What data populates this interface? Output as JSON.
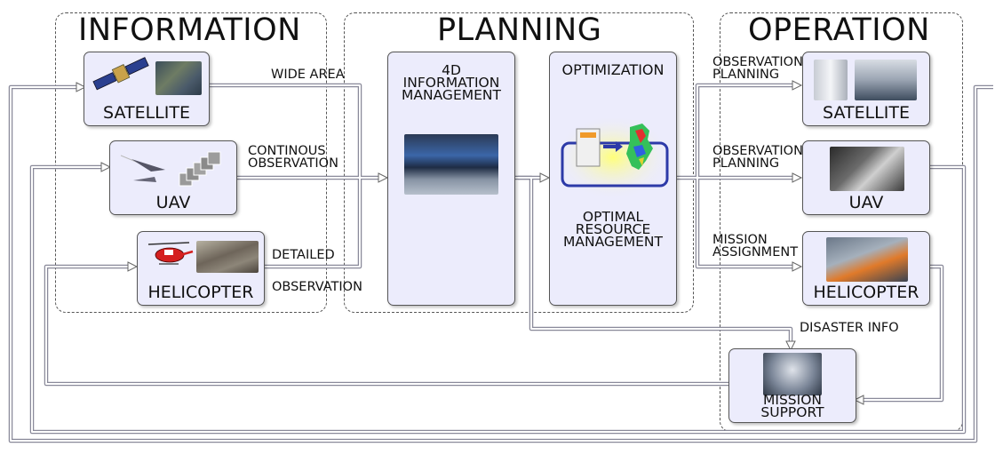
{
  "groups": {
    "information": "INFORMATION",
    "planning": "PLANNING",
    "operation": "OPERATION"
  },
  "information": {
    "satellite": "SATELLITE",
    "uav": "UAV",
    "helicopter": "HELICOPTER"
  },
  "planning": {
    "info_mgmt": [
      "4D",
      "INFORMATION",
      "MANAGEMENT"
    ],
    "optimization_title": "OPTIMIZATION",
    "optimal_resource": [
      "OPTIMAL",
      "RESOURCE",
      "MANAGEMENT"
    ]
  },
  "operation": {
    "satellite": "SATELLITE",
    "uav": "UAV",
    "helicopter": "HELICOPTER",
    "mission_support": [
      "MISSION",
      "SUPPORT"
    ]
  },
  "flow_labels": {
    "wide_area": "WIDE AREA",
    "continous": [
      "CONTINOUS",
      "OBSERVATION"
    ],
    "detailed": "DETAILED",
    "observation": "OBSERVATION",
    "obs_planning_1": [
      "OBSERVATION",
      "PLANNING"
    ],
    "obs_planning_2": [
      "OBSERVATION",
      "PLANNING"
    ],
    "mission_assignment": [
      "MISSION",
      "ASSIGNMENT"
    ],
    "disaster_info": "DISASTER INFO"
  },
  "colors": {
    "box_fill": "#ececfc",
    "arrow": "#8a8a9a",
    "group_border": "#555555"
  },
  "icons": {
    "satellite_photo": "satellite-icon",
    "uav_photo": "uav-icon",
    "helicopter_photo": "helicopter-icon",
    "control_room_photo": "control-room-photo",
    "optimization_graphic": "server-map-icon"
  }
}
